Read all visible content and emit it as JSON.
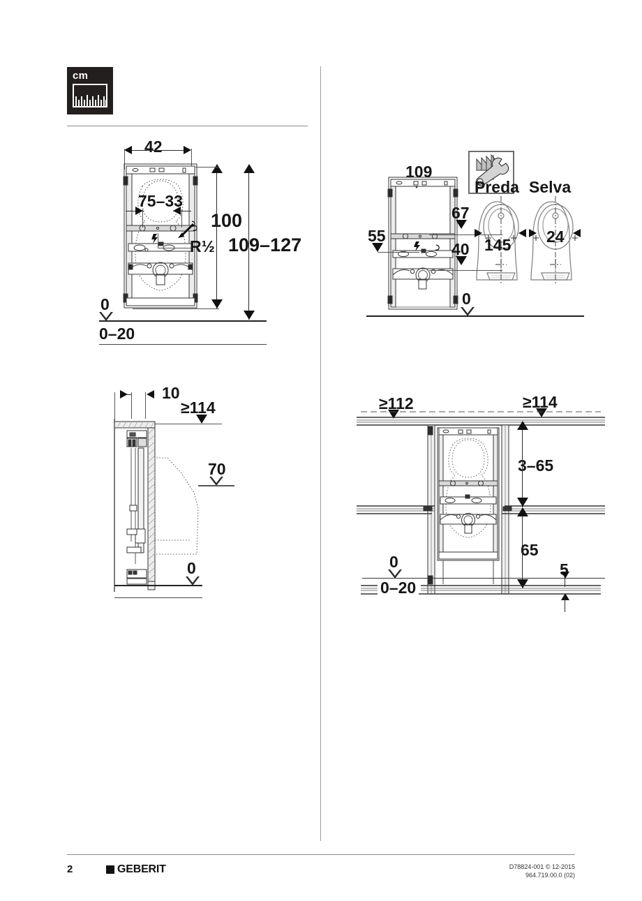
{
  "document": {
    "unit_badge": {
      "label": "cm",
      "icon": "ruler-icon"
    },
    "page_number": "2",
    "brand": "GEBERIT",
    "doc_ref_line1": "D78824-001 © 12-2015",
    "doc_ref_line2": "964.719.00.0 (02)"
  },
  "figures": {
    "front_view": {
      "name": "urinal-frame-front-view",
      "dimensions": {
        "width": "42",
        "inlet_range_value": "7",
        "inlet_range_sup": "5",
        "inlet_range_rest": "–33",
        "height_100": "100",
        "height_range": "109–127",
        "thread": "R½",
        "datum": "0",
        "floor_build_up": "0–20"
      }
    },
    "top_right_view": {
      "name": "urinal-frame-with-ceramics",
      "tool_icon": "factory-wrench-icon",
      "products": [
        {
          "label": "Preda",
          "width_value": "14",
          "width_sup": "5"
        },
        {
          "label": "Selva",
          "width_value": "24",
          "width_sup": ""
        }
      ],
      "dimensions": {
        "top_height": "109",
        "mid_height": "67",
        "low_height": "40",
        "left_height": "55",
        "datum": "0"
      }
    },
    "side_view": {
      "name": "urinal-frame-side-view",
      "dimensions": {
        "offset_10": "10",
        "min_height_114": "≥114",
        "projection_70": "70",
        "datum": "0"
      }
    },
    "section_view": {
      "name": "urinal-frame-wall-section",
      "dimensions": {
        "min_height_112": "≥112",
        "min_height_114": "≥114",
        "range_3_65": "3–65",
        "height_65": "65",
        "offset_5": "5",
        "datum": "0",
        "floor_build_up": "0–20"
      }
    }
  }
}
